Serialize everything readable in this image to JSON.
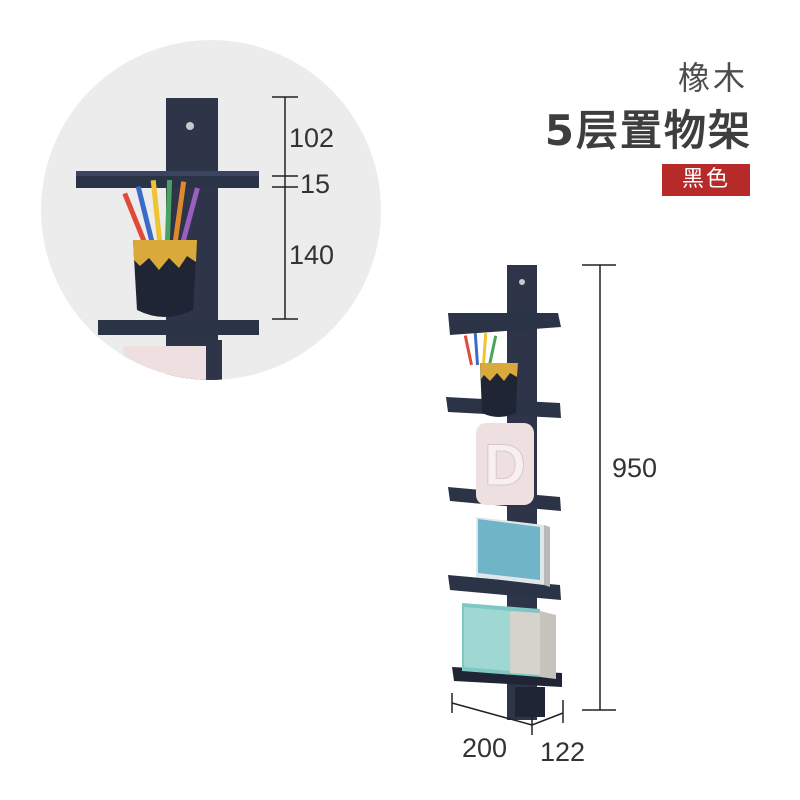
{
  "header": {
    "material": "橡木",
    "title": "5层置物架",
    "color_tag": "黑色"
  },
  "detail_dimensions": {
    "top_height": "102",
    "board_thickness": "15",
    "shelf_gap": "140"
  },
  "product_dimensions": {
    "height": "950",
    "width": "200",
    "depth": "122"
  },
  "decor": {
    "letter": "D"
  },
  "colors": {
    "accent_red": "#b72a2a",
    "shelf_navy": "#2b3346",
    "circle_bg": "#ececec",
    "gold": "#d9a93b"
  }
}
